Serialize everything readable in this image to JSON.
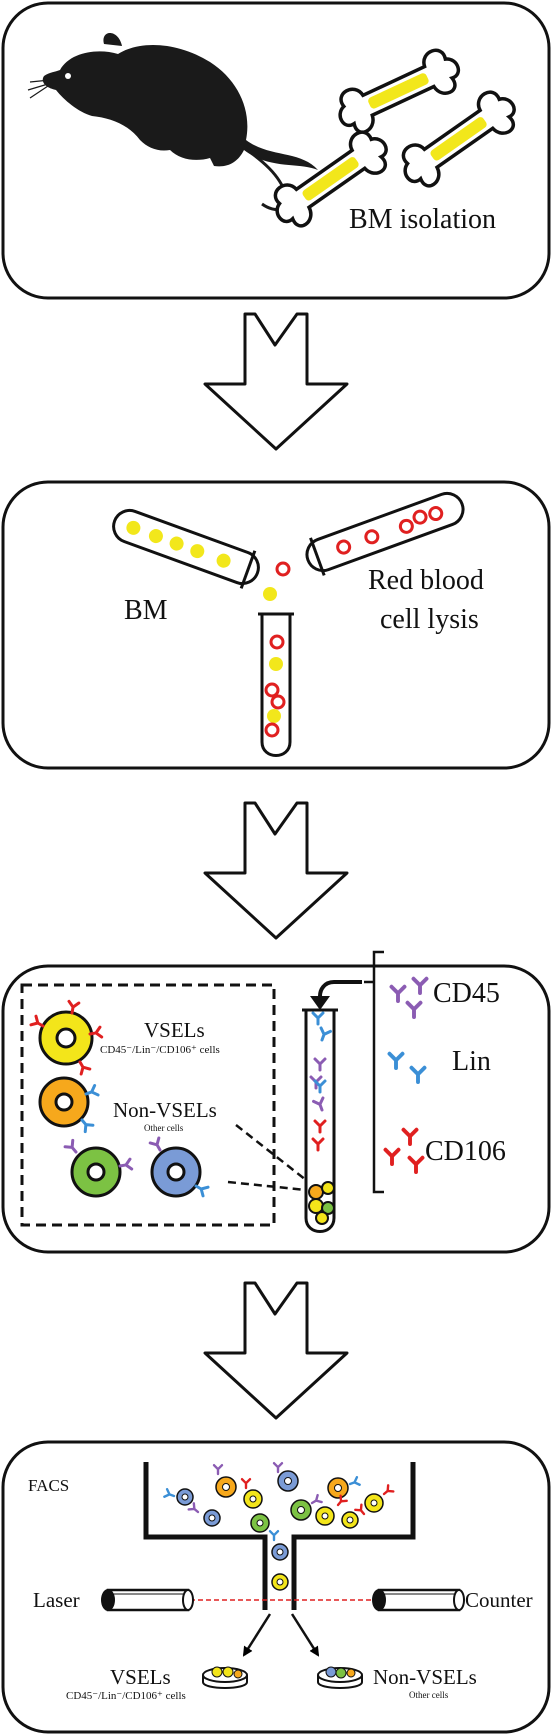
{
  "panel1": {
    "bm_isolation": "BM isolation"
  },
  "panel2": {
    "bm": "BM",
    "rbc_line1": "Red blood",
    "rbc_line2": "cell lysis"
  },
  "panel3": {
    "vsels": "VSELs",
    "vsels_sub": "CD45⁻/Lin⁻/CD106⁺ cells",
    "non_vsels": "Non-VSELs",
    "non_vsels_sub": "Other cells",
    "cd45": "CD45",
    "lin": "Lin",
    "cd106": "CD106"
  },
  "panel4": {
    "facs": "FACS",
    "laser": "Laser",
    "counter": "Counter",
    "vsels": "VSELs",
    "vsels_sub": "CD45⁻/Lin⁻/CD106⁺ cells",
    "non_vsels": "Non-VSELs",
    "non_vsels_sub": "Other cells"
  },
  "colors": {
    "yellow": "#f3e51a",
    "red": "#e02020",
    "orange": "#f6a81c",
    "green": "#7cc243",
    "blue": "#7a9bd6",
    "purple": "#8b5cb3",
    "cyan": "#3b8fd6",
    "mouse": "#1a1a1a"
  }
}
